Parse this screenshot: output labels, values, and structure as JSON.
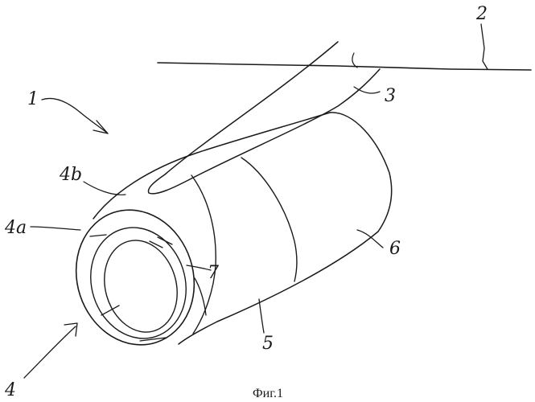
{
  "labels": {
    "n1": "1",
    "n2": "2",
    "n3": "3",
    "n4": "4",
    "n4a": "4a",
    "n4b": "4b",
    "n5": "5",
    "n6": "6",
    "n7": "7"
  },
  "caption": "Фиг.1"
}
